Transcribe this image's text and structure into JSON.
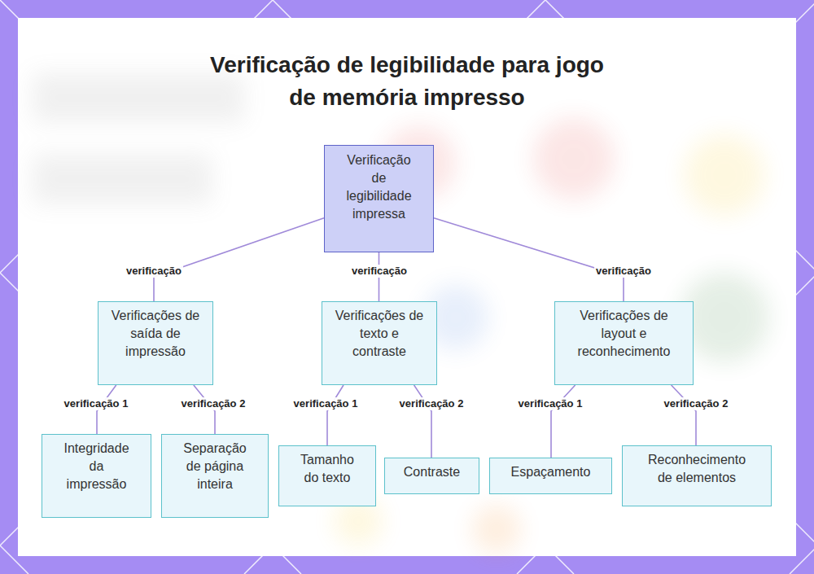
{
  "diagram": {
    "title": "Verificação de legibilidade para jogo de memória impresso",
    "nodes": [
      {
        "text": [
          "Verificação de legibilidade impressa"
        ]
      },
      {
        "text": [
          "Verificações de saída de impressão"
        ]
      },
      {
        "text": [
          "Verificações de texto e contraste"
        ]
      },
      {
        "text": [
          "Verificações de layout e reconhecimento"
        ]
      },
      {
        "text": [
          "Integridade da impressão"
        ]
      },
      {
        "text": [
          "Separação de página inteira"
        ]
      },
      {
        "text": [
          "Tamanho do texto"
        ]
      },
      {
        "text": [
          "Contraste"
        ]
      },
      {
        "text": [
          "Espaçamento"
        ]
      },
      {
        "text": [
          "Reconhecimento de elementos"
        ]
      }
    ],
    "edges": [
      {
        "from": 0,
        "to": 1,
        "label": "verificação",
        "arrow": "none"
      },
      {
        "from": 0,
        "to": 2,
        "label": "verificação",
        "arrow": "none"
      },
      {
        "from": 0,
        "to": 3,
        "label": "verificação",
        "arrow": "none"
      },
      {
        "from": 1,
        "to": 4,
        "label": "verificação 1",
        "arrow": "none"
      },
      {
        "from": 1,
        "to": 5,
        "label": "verificação 2",
        "arrow": "none"
      },
      {
        "from": 2,
        "to": 6,
        "label": "verificação 1",
        "arrow": "none"
      },
      {
        "from": 2,
        "to": 7,
        "label": "verificação 2",
        "arrow": "none"
      },
      {
        "from": 3,
        "to": 8,
        "label": "verificação 1",
        "arrow": "none"
      },
      {
        "from": 3,
        "to": 9,
        "label": "verificação 2",
        "arrow": "none"
      }
    ]
  }
}
